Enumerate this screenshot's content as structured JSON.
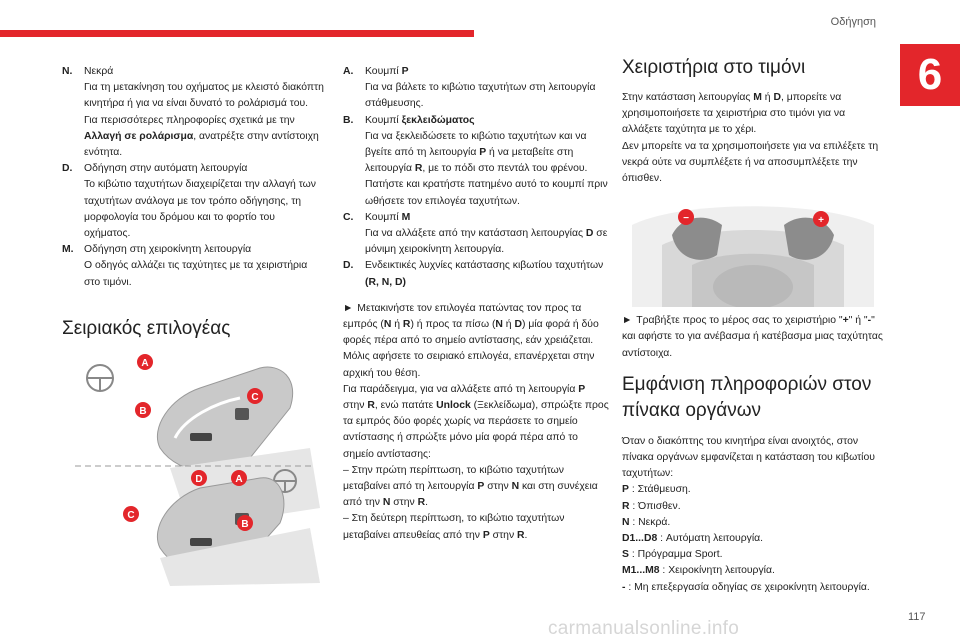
{
  "header": {
    "title": "Οδήγηση",
    "chapter": "6"
  },
  "col1": {
    "items": [
      {
        "key": "N.",
        "lines": [
          "Νεκρά",
          "Για τη μετακίνηση του οχήματος με κλειστό διακόπτη κινητήρα ή για να είναι δυνατό το ρολάρισμά του.",
          "Για περισσότερες πληροφορίες σχετικά με την "
        ],
        "link": "Αλλαγή σε ρολάρισμα",
        "after": ", ανατρέξτε στην αντίστοιχη ενότητα."
      },
      {
        "key": "D.",
        "title": "Οδήγηση στην αυτόματη λειτουργία",
        "text": "Το κιβώτιο ταχυτήτων διαχειρίζεται την αλλαγή των ταχυτήτων ανάλογα με τον τρόπο οδήγησης, τη μορφολογία του δρόμου και το φορτίο του οχήματος."
      },
      {
        "key": "M.",
        "title": "Οδήγηση στη χειροκίνητη λειτουργία",
        "text": "Ο οδηγός αλλάζει τις ταχύτητες με τα χειριστήρια στο τιμόνι."
      }
    ],
    "section_title": "Σειριακός επιλογέας",
    "callouts": {
      "a": "A",
      "b": "B",
      "c": "C",
      "d": "D"
    }
  },
  "col2": {
    "items": [
      {
        "key": "A.",
        "title": "Κουμπί ",
        "title_bold": "P",
        "text": "Για να βάλετε το κιβώτιο ταχυτήτων στη λειτουργία στάθμευσης."
      },
      {
        "key": "B.",
        "title": "Κουμπί ",
        "title_bold": "ξεκλειδώματος",
        "text_parts": [
          "Για να ξεκλειδώσετε το κιβώτιο ταχυτήτων και να βγείτε από τη λειτουργία ",
          "P",
          " ή να μεταβείτε στη λειτουργία ",
          "R",
          ", με το πόδι στο πεντάλ του φρένου. Πατήστε και κρατήστε πατημένο αυτό το κουμπί πριν ωθήσετε τον επιλογέα ταχυτήτων."
        ]
      },
      {
        "key": "C.",
        "title": "Κουμπί ",
        "title_bold": "M",
        "text_parts": [
          "Για να αλλάξετε από την κατάσταση λειτουργίας ",
          "D",
          " σε μόνιμη χειροκίνητη λειτουργία."
        ]
      },
      {
        "key": "D.",
        "title": "Ενδεικτικές λυχνίες κατάστασης κιβωτίου ταχυτήτων ",
        "title_bold": "(R, N, D)"
      }
    ],
    "instructions": {
      "p1_parts": [
        "Μετακινήστε τον επιλογέα πατώντας τον προς τα εμπρός (",
        "N",
        " ή ",
        "R",
        ") ή προς τα πίσω (",
        "N",
        " ή ",
        "D",
        ") μία φορά ή δύο φορές πέρα από το σημείο αντίστασης, εάν χρειάζεται."
      ],
      "p2": "Μόλις αφήσετε το σειριακό επιλογέα, επανέρχεται στην αρχική του θέση.",
      "p3_parts": [
        "Για παράδειγμα, για να αλλάξετε από τη λειτουργία ",
        "P",
        " στην ",
        "R",
        ", ενώ πατάτε ",
        "Unlock",
        " (Ξεκλείδωμα), σπρώξτε προς τα εμπρός δύο φορές χωρίς να περάσετε το σημείο αντίστασης ή σπρώξτε μόνο μία φορά πέρα από το σημείο αντίστασης:"
      ],
      "dash1_parts": [
        "–  Στην πρώτη περίπτωση, το κιβώτιο ταχυτήτων μεταβαίνει από τη λειτουργία ",
        "P",
        " στην  ",
        "N",
        " και στη συνέχεια από την  ",
        "N",
        " στην ",
        "R",
        "."
      ],
      "dash2_parts": [
        "–  Στη δεύτερη περίπτωση, το κιβώτιο ταχυτήτων μεταβαίνει απευθείας από την ",
        "P",
        " στην ",
        "R",
        "."
      ]
    }
  },
  "col3": {
    "title1": "Χειριστήρια στο τιμόνι",
    "p1_parts": [
      "Στην κατάσταση λειτουργίας ",
      "M",
      " ή ",
      "D",
      ", μπορείτε να χρησιμοποιήσετε τα χειριστήρια στο τιμόνι για να αλλάξετε ταχύτητα με το χέρι."
    ],
    "p2": "Δεν μπορείτε να τα χρησιμοποιήσετε για να επιλέξετε τη νεκρά ούτε να συμπλέξετε ή να αποσυμπλέξετε την όπισθεν.",
    "paddle_minus": "−",
    "paddle_plus": "+",
    "p3_parts": [
      "Τραβήξτε προς το μέρος σας το χειριστήριο \"",
      "+",
      "\" ή \"",
      "-",
      "\" και αφήστε το για ανέβασμα ή κατέβασμα μιας ταχύτητας αντίστοιχα."
    ],
    "title2": "Εμφάνιση πληροφοριών στον πίνακα οργάνων",
    "p4": "Όταν ο διακόπτης του κινητήρα είναι ανοιχτός, στον πίνακα οργάνων εμφανίζεται η κατάσταση του κιβωτίου ταχυτήτων:",
    "list": [
      {
        "k": "P",
        "v": " : Στάθμευση."
      },
      {
        "k": "R",
        "v": " : Όπισθεν."
      },
      {
        "k": "N",
        "v": " : Νεκρά."
      },
      {
        "k": "D1...D8",
        "v": " : Αυτόματη λειτουργία."
      },
      {
        "k": "S",
        "v": " : Πρόγραμμα Sport."
      },
      {
        "k": "M1...M8",
        "v": " : Χειροκίνητη λειτουργία."
      },
      {
        "k": "-",
        "v": " : Μη επεξεργασία οδηγίας σε χειροκίνητη λειτουργία."
      }
    ]
  },
  "footer": {
    "watermark": "carmanualsonline.info",
    "page": "117"
  },
  "colors": {
    "accent": "#e3262b",
    "text": "#222222"
  }
}
